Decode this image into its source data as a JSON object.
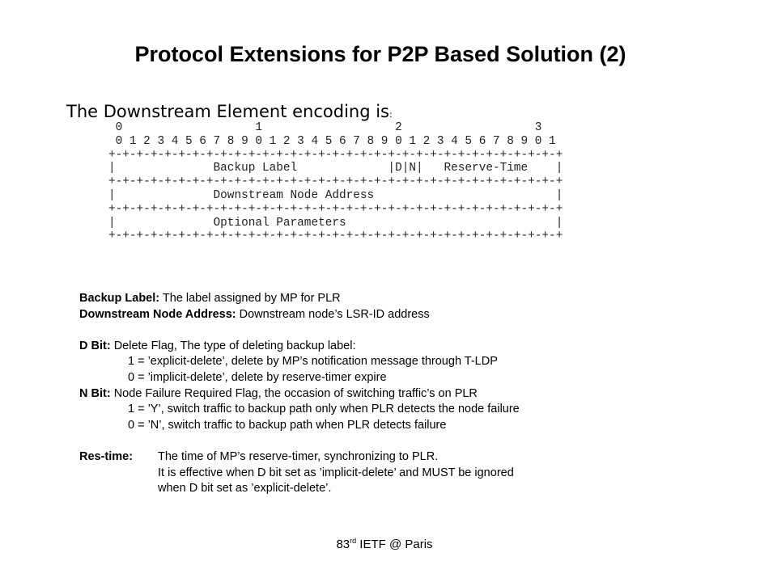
{
  "title": "Protocol Extensions for P2P Based Solution (2)",
  "intro": {
    "text": "The Downstream Element encoding is",
    "colon": ":"
  },
  "diagram": {
    "lines": [
      " 0                   1                   2                   3",
      " 0 1 2 3 4 5 6 7 8 9 0 1 2 3 4 5 6 7 8 9 0 1 2 3 4 5 6 7 8 9 0 1",
      "+-+-+-+-+-+-+-+-+-+-+-+-+-+-+-+-+-+-+-+-+-+-+-+-+-+-+-+-+-+-+-+-+",
      "|              Backup Label             |D|N|   Reserve-Time    |",
      "+-+-+-+-+-+-+-+-+-+-+-+-+-+-+-+-+-+-+-+-+-+-+-+-+-+-+-+-+-+-+-+-+",
      "|              Downstream Node Address                          |",
      "+-+-+-+-+-+-+-+-+-+-+-+-+-+-+-+-+-+-+-+-+-+-+-+-+-+-+-+-+-+-+-+-+",
      "|              Optional Parameters                              |",
      "+-+-+-+-+-+-+-+-+-+-+-+-+-+-+-+-+-+-+-+-+-+-+-+-+-+-+-+-+-+-+-+-+"
    ]
  },
  "defs": {
    "backup_label": {
      "term": "Backup Label:",
      "desc": " The label assigned by MP for PLR"
    },
    "dna": {
      "term": "Downstream Node Address:",
      "desc": " Downstream node’s LSR-ID address"
    },
    "dbit": {
      "term": "D Bit:",
      "desc": " Delete Flag, The type of deleting backup label:",
      "opt1": "1 = ’explicit-delete’, delete by MP’s notification message through T-LDP",
      "opt0": "0 = ’implicit-delete’, delete by reserve-timer expire"
    },
    "nbit": {
      "term": "N Bit:",
      "desc": " Node Failure Required Flag, the occasion of switching  traffic’s on PLR",
      "opt1": "1 = ’Y’, switch traffic to backup path only when PLR detects the node failure",
      "opt0": "0 = ’N’, switch traffic to backup path when PLR detects failure"
    },
    "restime": {
      "term": "Res-time:",
      "line1": "The time of MP’s reserve-timer, synchronizing to PLR.",
      "line2": "It is effective when D bit set as ’implicit-delete’ and MUST be ignored",
      "line3": "when D bit set as ’explicit-delete’."
    }
  },
  "footer": {
    "num": "83",
    "sup": "rd",
    "rest": " IETF @ Paris"
  }
}
